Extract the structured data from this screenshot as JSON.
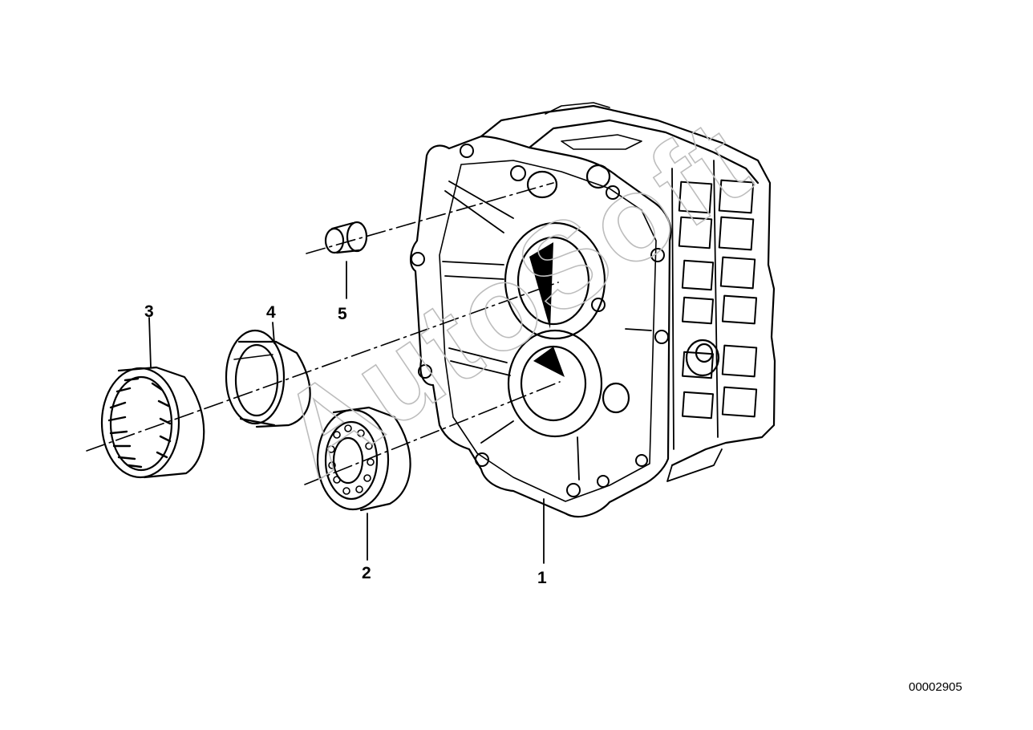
{
  "diagram": {
    "callouts": [
      {
        "id": "1",
        "label": "1"
      },
      {
        "id": "2",
        "label": "2"
      },
      {
        "id": "3",
        "label": "3"
      },
      {
        "id": "4",
        "label": "4"
      },
      {
        "id": "5",
        "label": "5"
      }
    ],
    "watermark": "AutoSoft",
    "drawing_number": "00002905",
    "line_color": "#000000",
    "background": "#ffffff"
  }
}
